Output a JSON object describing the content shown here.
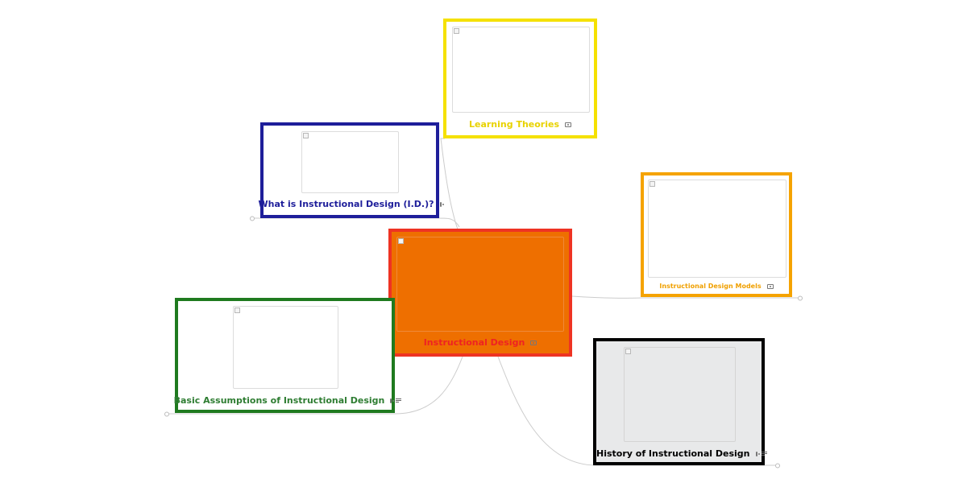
{
  "diagram": {
    "nodes": [
      {
        "id": "instructional-design",
        "label": "Instructional Design",
        "border_color": "#ee3323",
        "fill_color": "#ee6f00",
        "text_color": "#ee2222",
        "icons": [
          "image-icon"
        ]
      },
      {
        "id": "learning-theories",
        "label": "Learning Theories",
        "border_color": "#f5e100",
        "fill_color": "#ffffff",
        "text_color": "#e8d200",
        "icons": [
          "image-icon"
        ]
      },
      {
        "id": "what-is-id",
        "label": "What is Instructional Design (I.D.)?",
        "border_color": "#1e1e9a",
        "fill_color": "#ffffff",
        "text_color": "#1e1e9a",
        "icons": [
          "image-icon"
        ]
      },
      {
        "id": "id-models",
        "label": "Instructional Design Models",
        "border_color": "#f5a300",
        "fill_color": "#ffffff",
        "text_color": "#f0a000",
        "icons": [
          "image-icon"
        ]
      },
      {
        "id": "basic-assumptions",
        "label": "Basic Assumptions of Instructional Design",
        "border_color": "#1f7a1f",
        "fill_color": "#ffffff",
        "text_color": "#2e7d32",
        "icons": [
          "image-icon",
          "note-icon"
        ]
      },
      {
        "id": "history-id",
        "label": "History of Instructional Design",
        "border_color": "#000000",
        "fill_color": "#e8e9ea",
        "text_color": "#000000",
        "icons": [
          "image-icon",
          "note-icon"
        ]
      }
    ],
    "edges": [
      {
        "from": "instructional-design",
        "to": "learning-theories"
      },
      {
        "from": "instructional-design",
        "to": "what-is-id"
      },
      {
        "from": "instructional-design",
        "to": "id-models"
      },
      {
        "from": "instructional-design",
        "to": "basic-assumptions"
      },
      {
        "from": "instructional-design",
        "to": "history-id"
      }
    ],
    "link_color": "#cccccc"
  }
}
